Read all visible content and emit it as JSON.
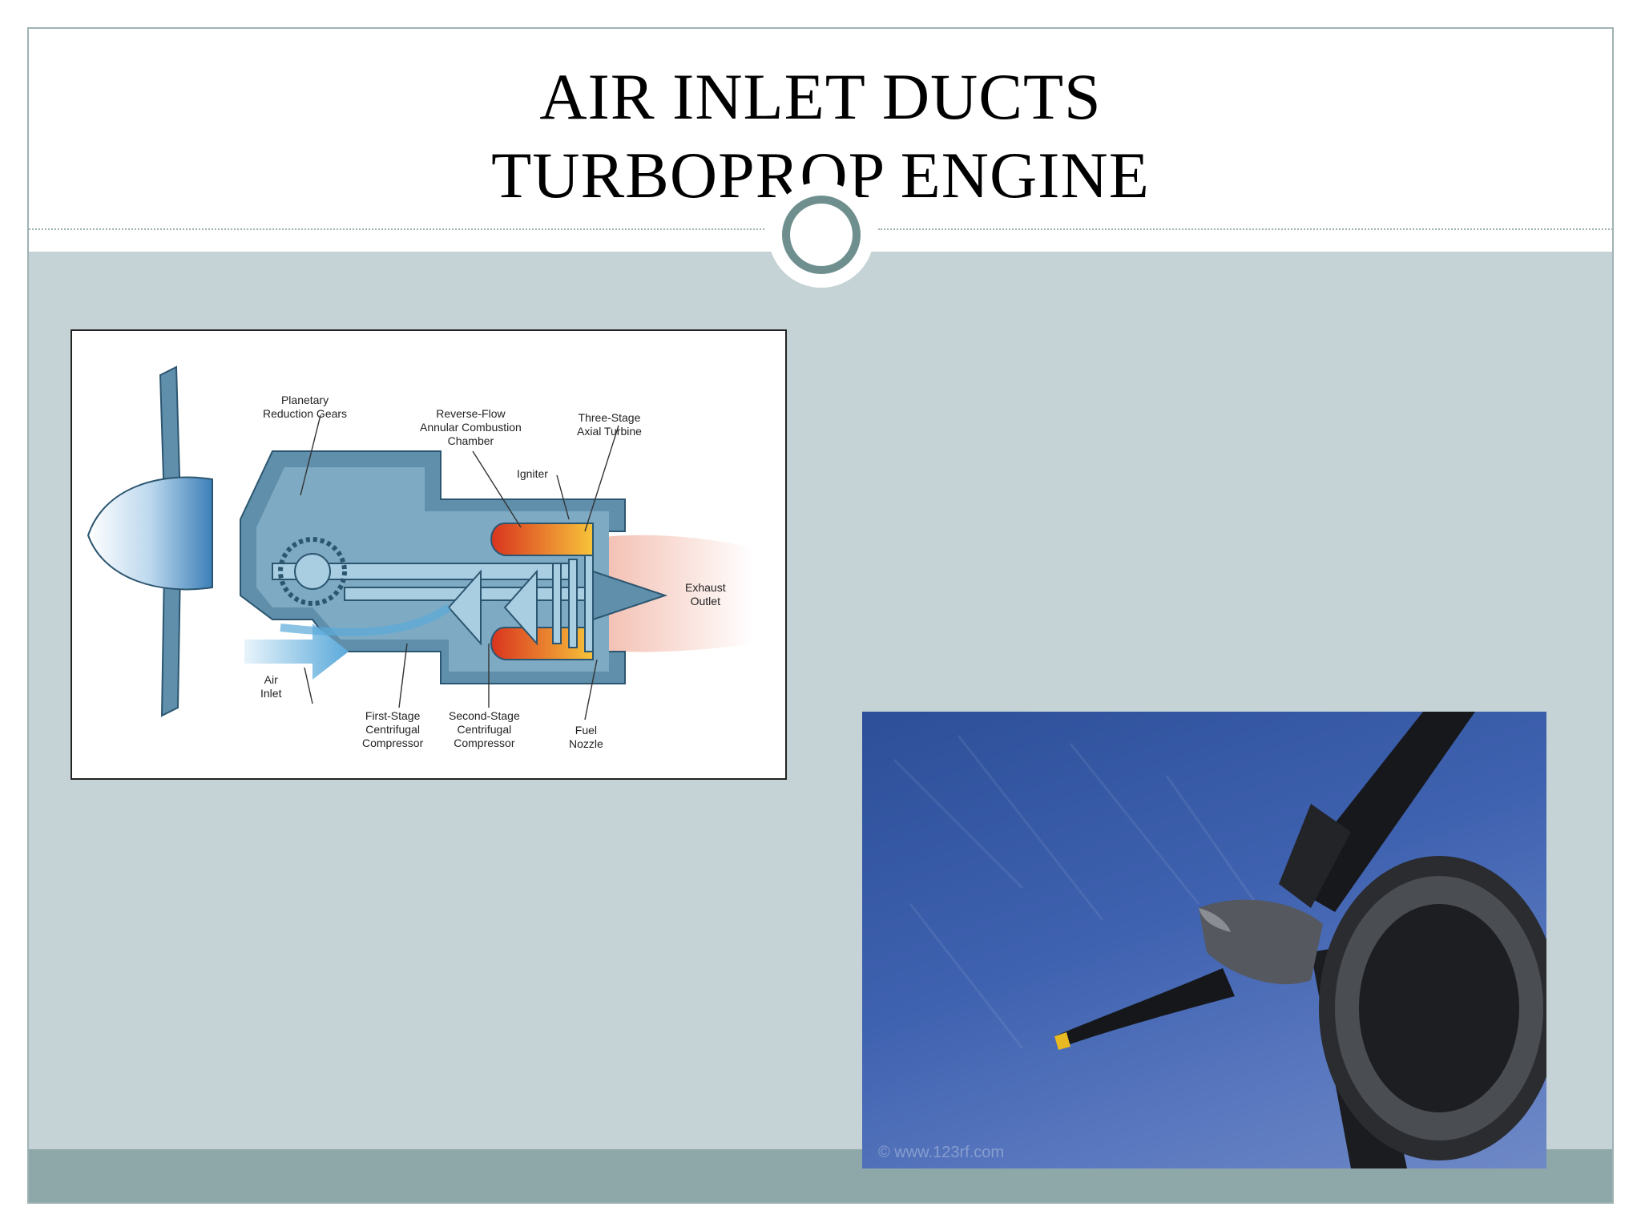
{
  "slide": {
    "title_line_1": "AIR INLET DUCTS",
    "title_line_2": "TURBOPROP ENGINE"
  },
  "diagram": {
    "labels": {
      "planetary": "Planetary\nReduction Gears",
      "reverse_flow": "Reverse-Flow\nAnnular Combustion\nChamber",
      "three_stage": "Three-Stage\nAxial Turbine",
      "igniter": "Igniter",
      "exhaust": "Exhaust\nOutlet",
      "air_inlet": "Air\nInlet",
      "first_stage": "First-Stage\nCentrifugal\nCompressor",
      "second_stage": "Second-Stage\nCentrifugal\nCompressor",
      "fuel_nozzle": "Fuel\nNozzle"
    }
  },
  "photo": {
    "watermark": "© www.123rf.com"
  },
  "colors": {
    "content_band": "#c5d2d6",
    "footer_band": "#8ea8aa",
    "accent_ring": "#6f8f8e"
  }
}
